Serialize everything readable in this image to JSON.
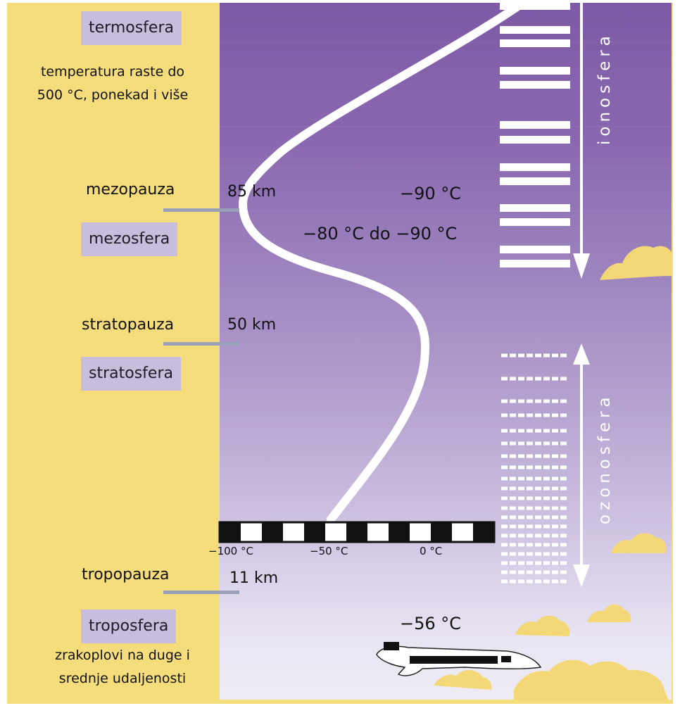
{
  "layers": {
    "termosfera": "termosfera",
    "termosfera_note_1": "temperatura raste do",
    "termosfera_note_2": "500 °C, ponekad i više",
    "mezopauza": "mezopauza",
    "mezopauza_alt": "85 km",
    "mezosfera": "mezosfera",
    "stratopauza": "stratopauza",
    "stratopauza_alt": "50 km",
    "stratosfera": "stratosfera",
    "tropopauza": "tropopauza",
    "tropopauza_alt": "11 km",
    "troposfera": "troposfera",
    "troposfera_note_1": "zrakoplovi na duge i",
    "troposfera_note_2": "srednje udaljenosti"
  },
  "temperatures": {
    "mezopauza": "−90 °C",
    "mezosfera": "−80 °C do −90 °C",
    "troposfera": "−56 °C"
  },
  "scale": {
    "ticks": [
      "−100 °C",
      "−50 °C",
      "0 °C"
    ]
  },
  "regions": {
    "ionosfera": "ionosfera",
    "ozonosfera": "ozonosfera"
  },
  "colors": {
    "side_panel": "#f6dd7c",
    "sky_top": "#7e5aa6",
    "sky_bottom": "#efedf6",
    "tag_background": "#c8bddc",
    "curve": "#ffffff",
    "clouds": "#f4d878"
  }
}
